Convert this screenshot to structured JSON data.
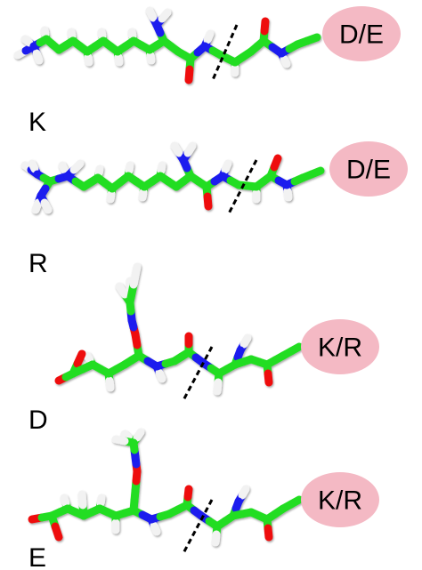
{
  "colors": {
    "carbon": "#22dd22",
    "nitrogen": "#1a1aee",
    "oxygen": "#ee1111",
    "hydrogen": "#f2f2f2",
    "badge": "#f4b9c4",
    "cleavage_line": "#000000"
  },
  "panels": [
    {
      "label": "K",
      "partner": "D/E"
    },
    {
      "label": "R",
      "partner": "D/E"
    },
    {
      "label": "D",
      "partner": "K/R"
    },
    {
      "label": "E",
      "partner": "K/R"
    }
  ]
}
